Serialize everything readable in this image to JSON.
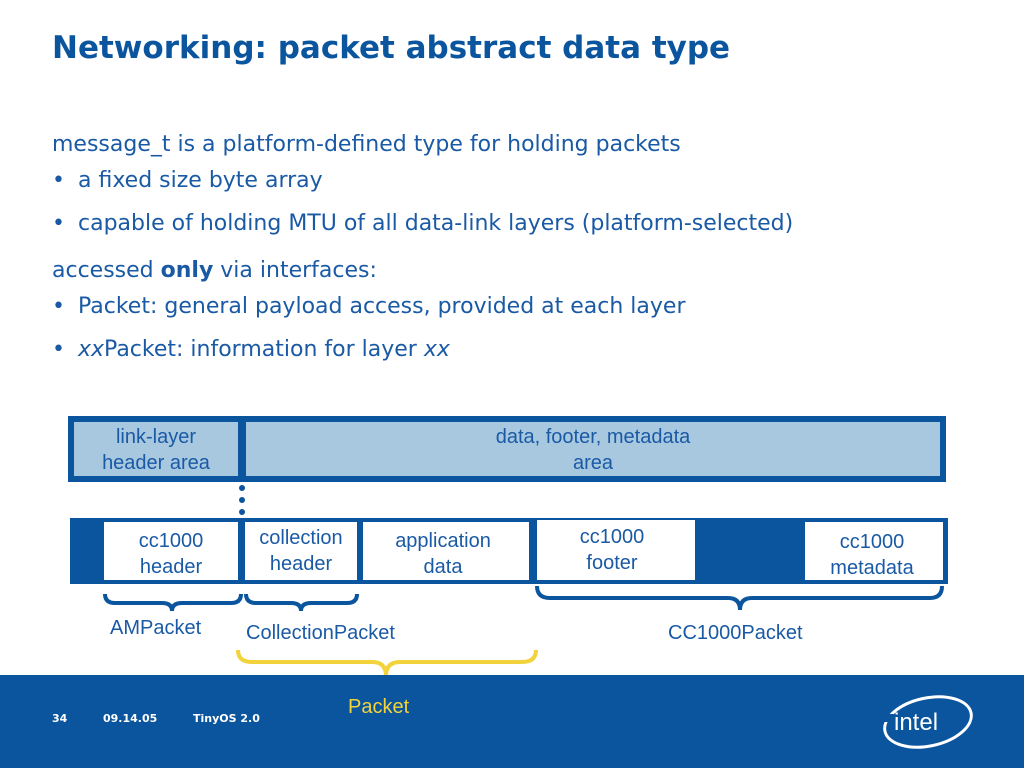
{
  "slide": {
    "title": "Networking: packet abstract data type"
  },
  "body": {
    "line1": "message_t is a platform-defined type for holding packets",
    "bullets1": [
      "a fixed size byte array",
      "capable of holding MTU of all data-link layers (platform-selected)"
    ],
    "line2_pre": "accessed ",
    "line2_bold": "only",
    "line2_post": " via interfaces:",
    "bullet2_1": "Packet: general payload access, provided at each layer",
    "bullet2_2_italic": "xx",
    "bullet2_2_text": "Packet: information for layer ",
    "bullet2_2_italic_end": "xx",
    "bullet_symbol": "•"
  },
  "diagram": {
    "top_row": {
      "link_layer_line1": "link-layer",
      "link_layer_line2": "header area",
      "data_area_line1": "data, footer, metadata",
      "data_area_line2": "area"
    },
    "bottom_row": {
      "cc1000_header_line1": "cc1000",
      "cc1000_header_line2": "header",
      "collection_header_line1": "collection",
      "collection_header_line2": "header",
      "application_data_line1": "application",
      "application_data_line2": "data",
      "cc1000_footer_line1": "cc1000",
      "cc1000_footer_line2": "footer",
      "cc1000_metadata_line1": "cc1000",
      "cc1000_metadata_line2": "metadata"
    },
    "brace_labels": {
      "am": "AMPacket",
      "collection": "CollectionPacket",
      "cc1000": "CC1000Packet",
      "packet": "Packet"
    },
    "colors": {
      "dark_blue": "#0b559e",
      "light_blue": "#a8c8e0",
      "yellow": "#f2d33c"
    }
  },
  "footer": {
    "page_number": "34",
    "date": "09.14.05",
    "name": "TinyOS 2.0",
    "logo_text": "intel"
  }
}
